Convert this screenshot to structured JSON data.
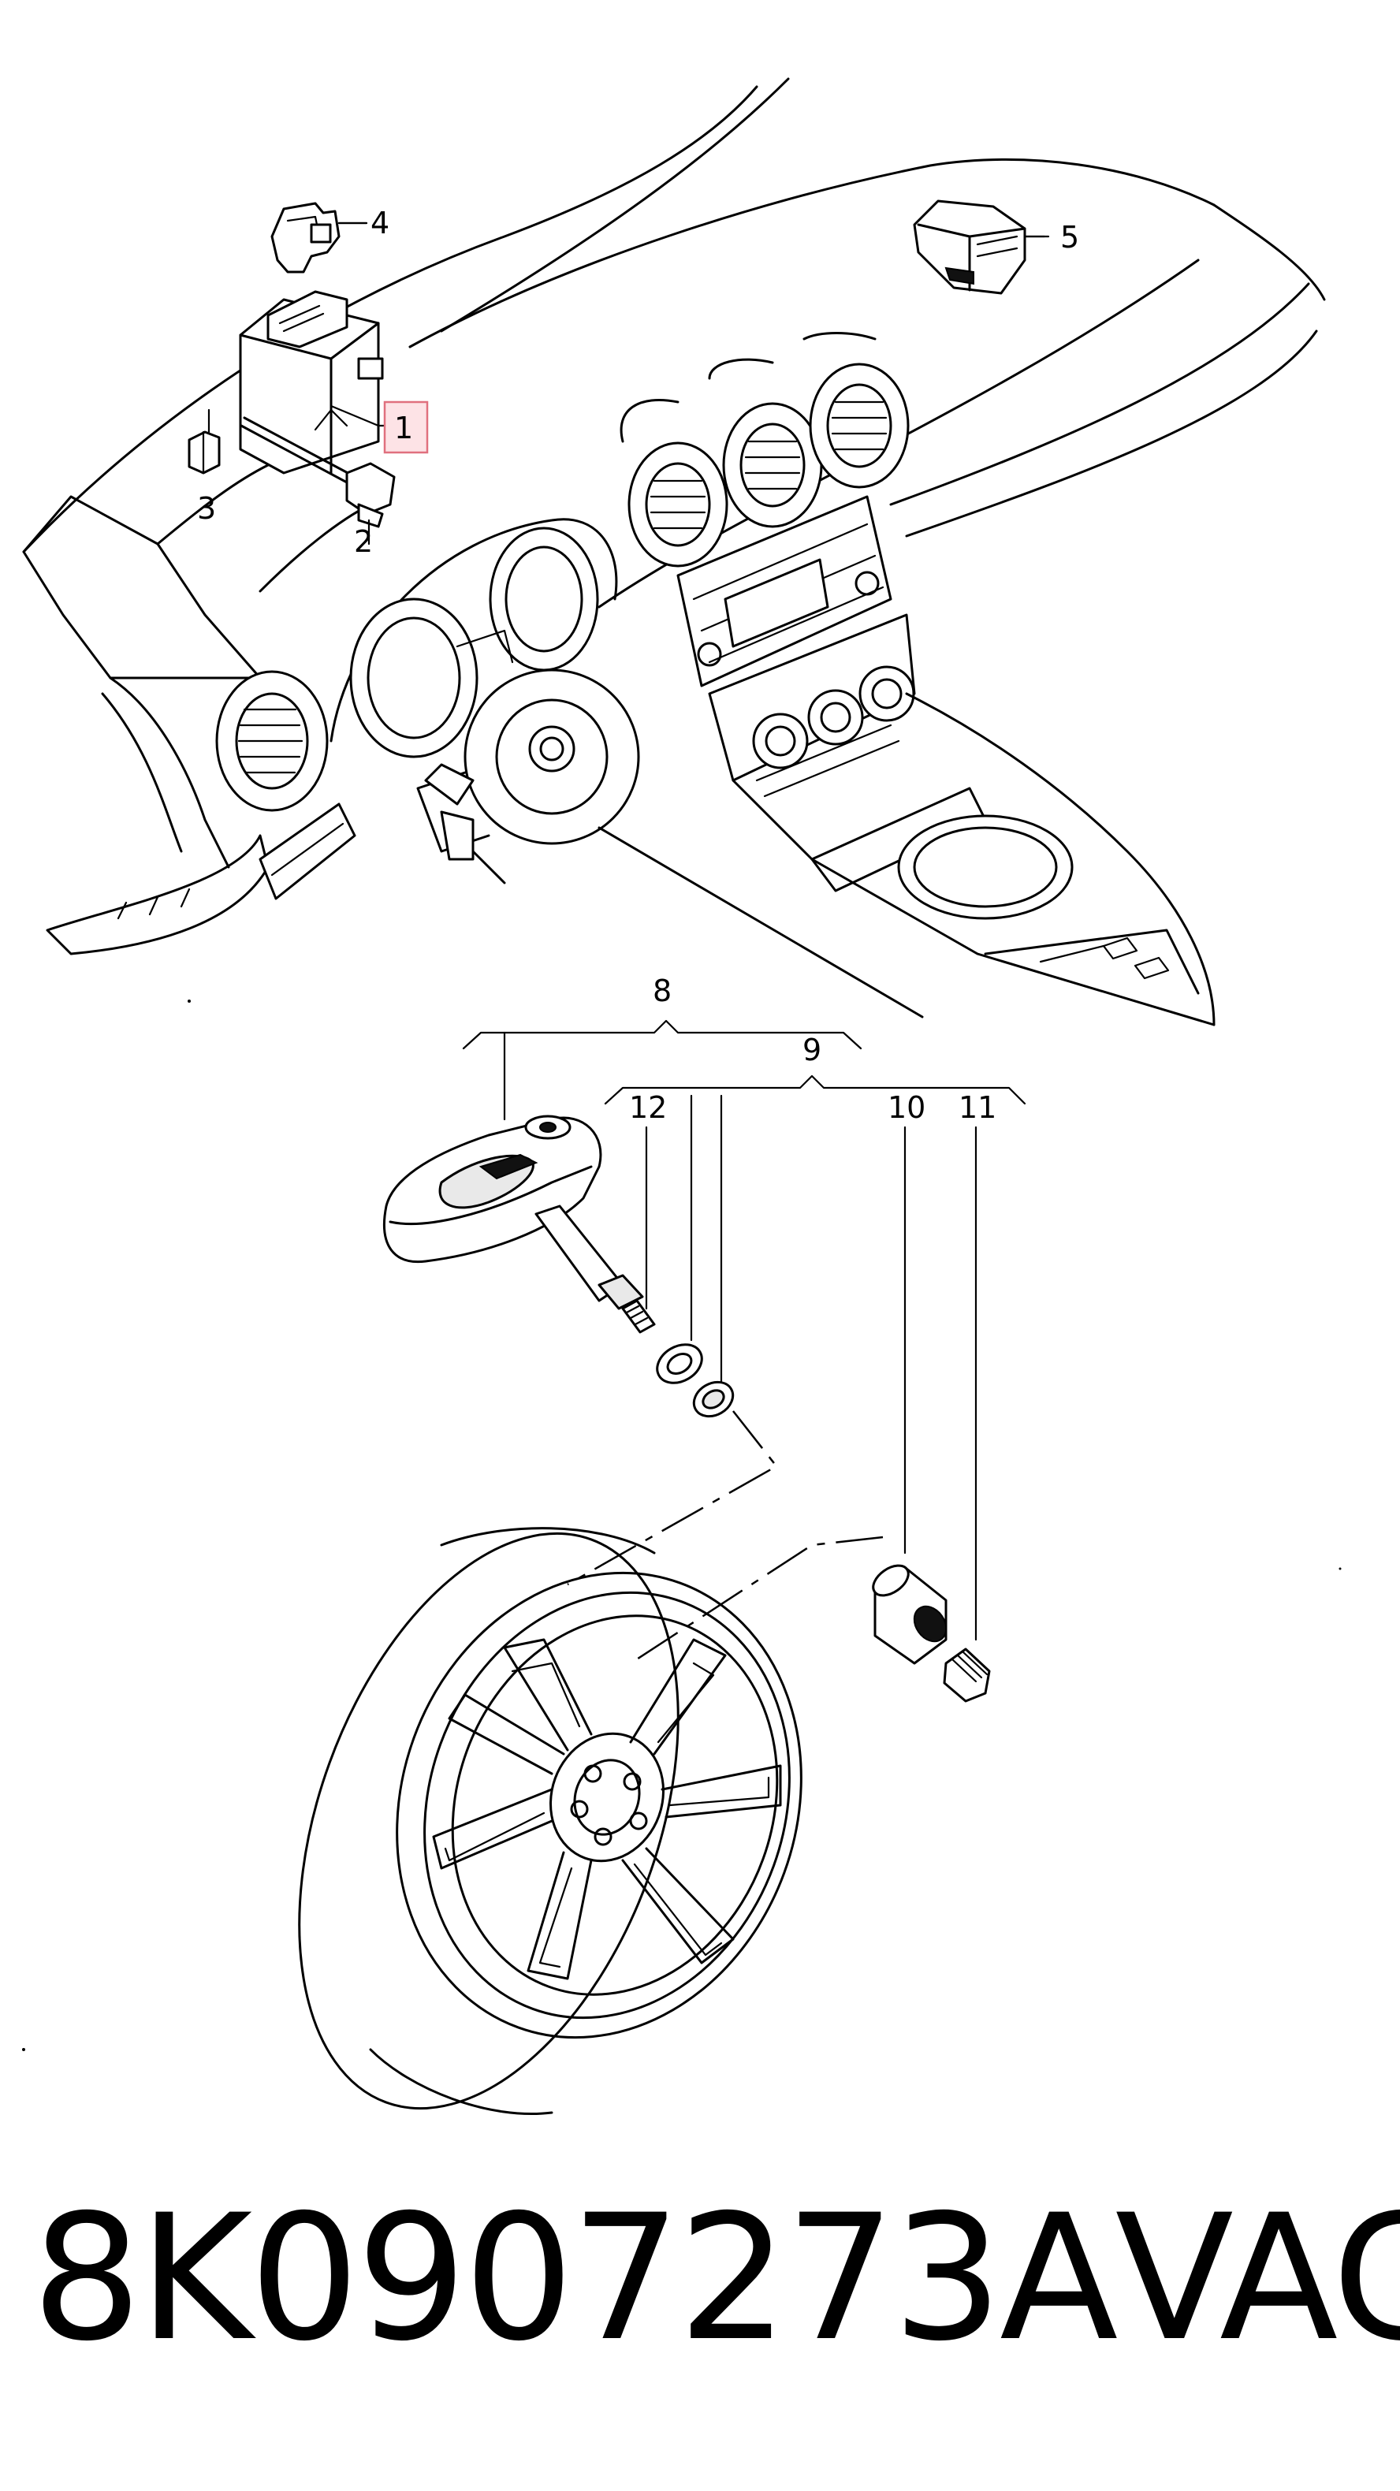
{
  "diagram": {
    "callouts": {
      "c1": "1",
      "c2": "2",
      "c3": "3",
      "c4": "4",
      "c5": "5",
      "c8": "8",
      "c9": "9",
      "c10": "10",
      "c11": "11",
      "c12": "12"
    },
    "highlight_color": "#fde3e6"
  },
  "footer": {
    "part_number": "8K0907273A",
    "brand": "VAG"
  }
}
